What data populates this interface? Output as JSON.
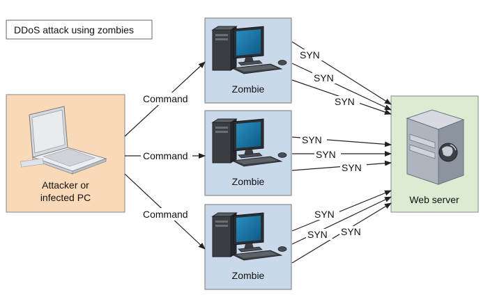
{
  "title": "DDoS attack using zombies",
  "attacker": {
    "label_line1": "Attacker or",
    "label_line2": "infected PC"
  },
  "zombies": [
    {
      "label": "Zombie"
    },
    {
      "label": "Zombie"
    },
    {
      "label": "Zombie"
    }
  ],
  "server": {
    "label": "Web server"
  },
  "command_labels": [
    "Command",
    "Command",
    "Command"
  ],
  "syn_labels": [
    "SYN",
    "SYN",
    "SYN",
    "SYN",
    "SYN",
    "SYN",
    "SYN",
    "SYN",
    "SYN"
  ],
  "colors": {
    "attacker_fill": "#f9d9b8",
    "zombie_fill": "#c9d9ea",
    "server_fill": "#dcebd2",
    "box_stroke": "#555555",
    "arrow": "#222222"
  }
}
